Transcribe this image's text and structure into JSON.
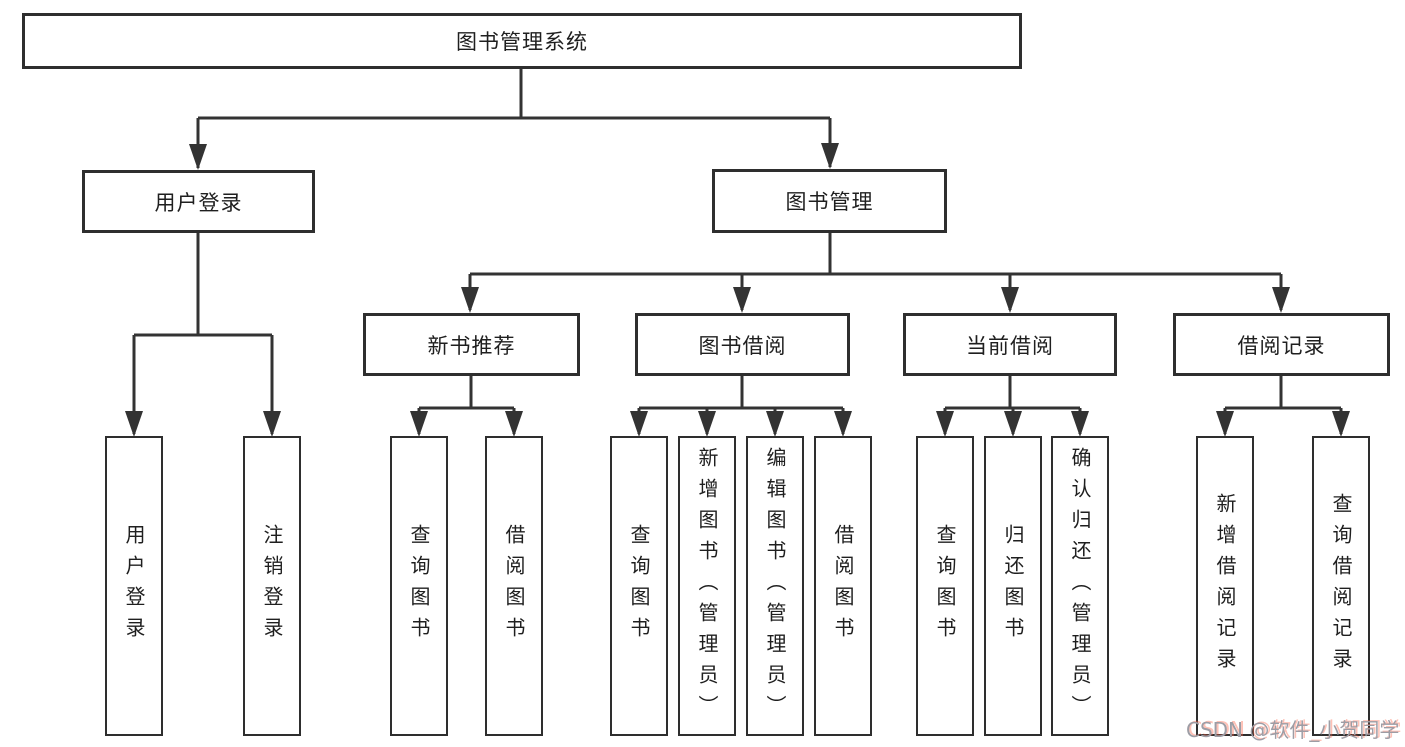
{
  "diagram": {
    "root": {
      "label": "图书管理系统"
    },
    "branches": [
      {
        "label": "用户登录",
        "leaves": [
          {
            "label": "用户登录"
          },
          {
            "label": "注销登录"
          }
        ]
      },
      {
        "label": "图书管理",
        "groups": [
          {
            "label": "新书推荐",
            "leaves": [
              {
                "label": "查询图书"
              },
              {
                "label": "借阅图书"
              }
            ]
          },
          {
            "label": "图书借阅",
            "leaves": [
              {
                "label": "查询图书"
              },
              {
                "label": "新增图书（管理员）"
              },
              {
                "label": "编辑图书（管理员）"
              },
              {
                "label": "借阅图书"
              }
            ]
          },
          {
            "label": "当前借阅",
            "leaves": [
              {
                "label": "查询图书"
              },
              {
                "label": "归还图书"
              },
              {
                "label": "确认归还（管理员）"
              }
            ]
          },
          {
            "label": "借阅记录",
            "leaves": [
              {
                "label": "新增借阅记录"
              },
              {
                "label": "查询借阅记录"
              }
            ]
          }
        ]
      }
    ]
  },
  "watermark": {
    "text": "CSDN @软件_小贺同学"
  },
  "colors": {
    "line": "#333333",
    "box_border": "#2e2e2e",
    "text": "#1f1f1f",
    "background": "#ffffff",
    "watermark_gray": "#9d9da5",
    "watermark_accent": "#fc6549"
  }
}
